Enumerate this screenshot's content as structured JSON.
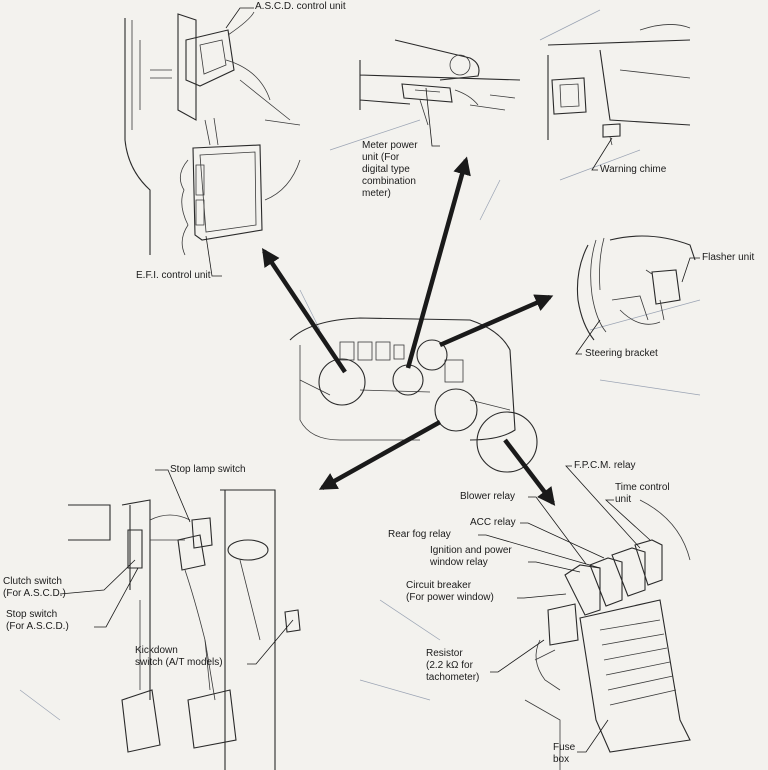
{
  "labels": {
    "ascd_control_unit": "A.S.C.D. control unit",
    "meter_power_unit": "Meter power\nunit (For\ndigital type\ncombination\nmeter)",
    "warning_chime": "Warning chime",
    "flasher_unit": "Flasher unit",
    "steering_bracket": "Steering bracket",
    "efi_control_unit": "E.F.I. control unit",
    "stop_lamp_switch": "Stop lamp switch",
    "clutch_switch": "Clutch switch\n(For A.S.C.D.)",
    "stop_switch": "Stop switch\n(For A.S.C.D.)",
    "kickdown_switch": "Kickdown\nswitch (A/T models)",
    "fpcm_relay": "F.P.C.M. relay",
    "time_control_unit": "Time control\nunit",
    "blower_relay": "Blower relay",
    "acc_relay": "ACC relay",
    "rear_fog_relay": "Rear fog relay",
    "ignition_power_window_relay": "Ignition and power\nwindow relay",
    "circuit_breaker": "Circuit breaker\n(For power window)",
    "resistor": "Resistor\n(2.2 kΩ for\ntachometer)",
    "fuse_box": "Fuse\nbox"
  },
  "colors": {
    "ink": "#1b1b1b",
    "paper": "#f3f2ee",
    "ghost": "#9aa3b3"
  }
}
